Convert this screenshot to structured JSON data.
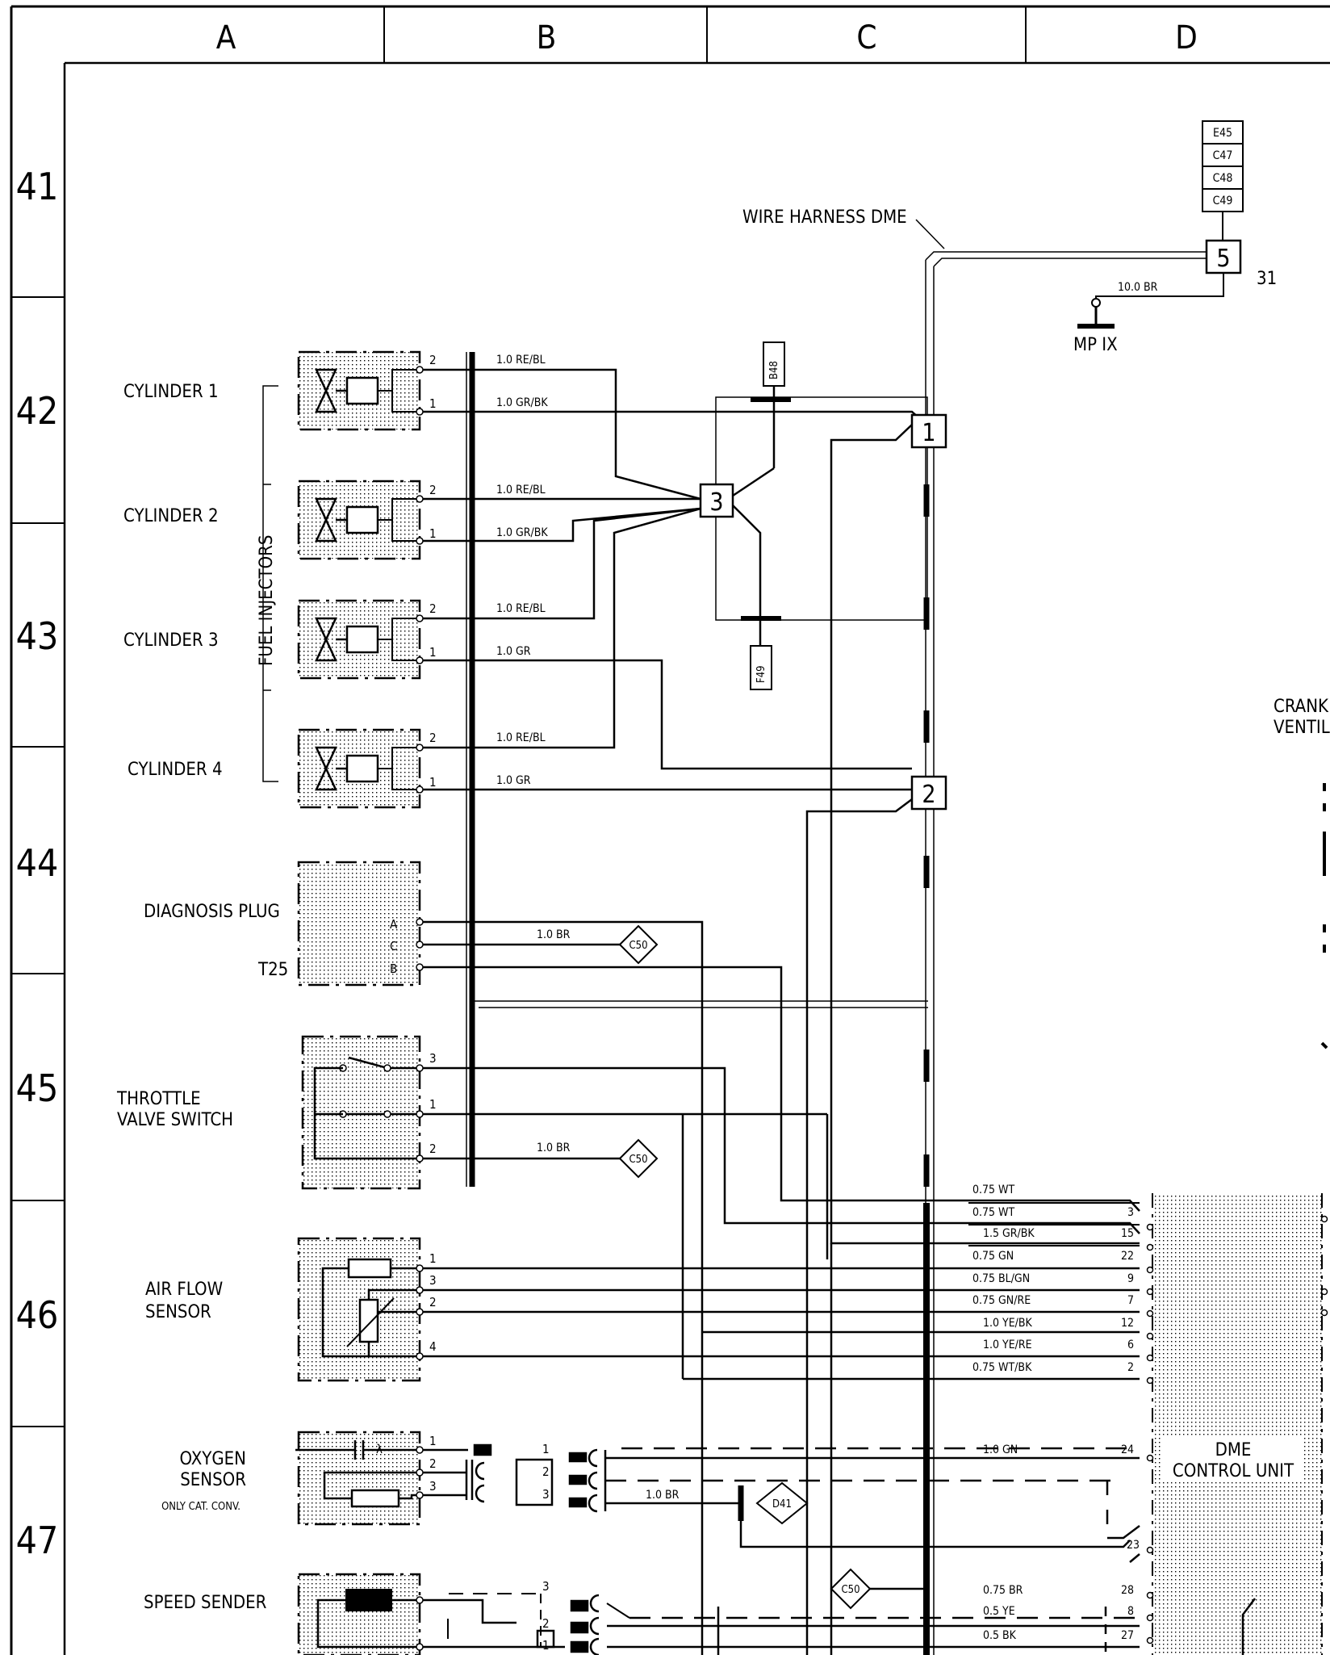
{
  "columns": [
    "A",
    "B",
    "C",
    "D"
  ],
  "rows": [
    "41",
    "42",
    "43",
    "44",
    "45",
    "46",
    "47"
  ],
  "harness_label": "WIRE HARNESS DME",
  "ground_refs": [
    "E45",
    "C47",
    "C48",
    "C49"
  ],
  "ground_point": "MP IX",
  "ground_wire": "10.0 BR",
  "ground_terminal": "31",
  "connectors": {
    "c1": "1",
    "c2": "2",
    "c3": "3",
    "c5": "5"
  },
  "fuses": {
    "top": "B48",
    "bottom": "F49"
  },
  "injector_group": "FUEL INJECTORS",
  "components": {
    "cyl1": "CYLINDER 1",
    "cyl2": "CYLINDER 2",
    "cyl3": "CYLINDER 3",
    "cyl4": "CYLINDER 4",
    "diag": "DIAGNOSIS PLUG",
    "diag_id": "T25",
    "throttle_1": "THROTTLE",
    "throttle_2": "VALVE SWITCH",
    "airflow_1": "AIR FLOW",
    "airflow_2": "SENSOR",
    "oxygen_1": "OXYGEN",
    "oxygen_2": "SENSOR",
    "oxygen_3": "ONLY CAT. CONV.",
    "speed": "SPEED SENDER",
    "dme_1": "DME",
    "dme_2": "CONTROL UNIT",
    "crank_1": "CRANK",
    "crank_2": "VENTIL"
  },
  "wires": {
    "cyl1_p2": "1.0 RE/BL",
    "cyl1_p1": "1.0 GR/BK",
    "cyl2_p2": "1.0 RE/BL",
    "cyl2_p1": "1.0 GR/BK",
    "cyl3_p2": "1.0 RE/BL",
    "cyl3_p1": "1.0 GR",
    "cyl4_p2": "1.0 RE/BL",
    "cyl4_p1": "1.0 GR",
    "diag": "1.0 BR",
    "throttle": "1.0 BR",
    "oxygen": "1.0 BR"
  },
  "ground_symbols": {
    "diag": "C50",
    "throttle": "C50",
    "oxygen": "D41",
    "speed": "C50"
  },
  "pins": {
    "cyl_2": "2",
    "cyl_1": "1",
    "diag_a": "A",
    "diag_c": "C",
    "diag_b": "B",
    "throttle_3": "3",
    "throttle_1": "1",
    "throttle_2": "2",
    "air_1": "1",
    "air_3": "3",
    "air_2": "2",
    "air_4": "4",
    "ox_1": "1",
    "ox_2": "2",
    "ox_3": "3",
    "spd_3": "3",
    "spd_2": "2",
    "spd_1": "1",
    "lambda": "λ"
  },
  "dme_pins": [
    {
      "wire": "0.75 WT",
      "pin": "3"
    },
    {
      "wire": "0.75 WT",
      "pin": ""
    },
    {
      "wire": "1.5 GR/BK",
      "pin": "15"
    },
    {
      "wire": "0.75 GN",
      "pin": "22"
    },
    {
      "wire": "0.75 BL/GN",
      "pin": "9"
    },
    {
      "wire": "0.75 GN/RE",
      "pin": "7"
    },
    {
      "wire": "1.0 YE/BK",
      "pin": "12"
    },
    {
      "wire": "1.0 YE/RE",
      "pin": "6"
    },
    {
      "wire": "0.75 WT/BK",
      "pin": "2"
    }
  ],
  "dme_lower_pins": [
    {
      "wire": "1.0 GN",
      "pin": "24"
    },
    {
      "wire": "",
      "pin": "23"
    },
    {
      "wire": "0.75 BR",
      "pin": "28"
    },
    {
      "wire": "0.5 YE",
      "pin": "8"
    },
    {
      "wire": "0.5 BK",
      "pin": "27"
    }
  ]
}
